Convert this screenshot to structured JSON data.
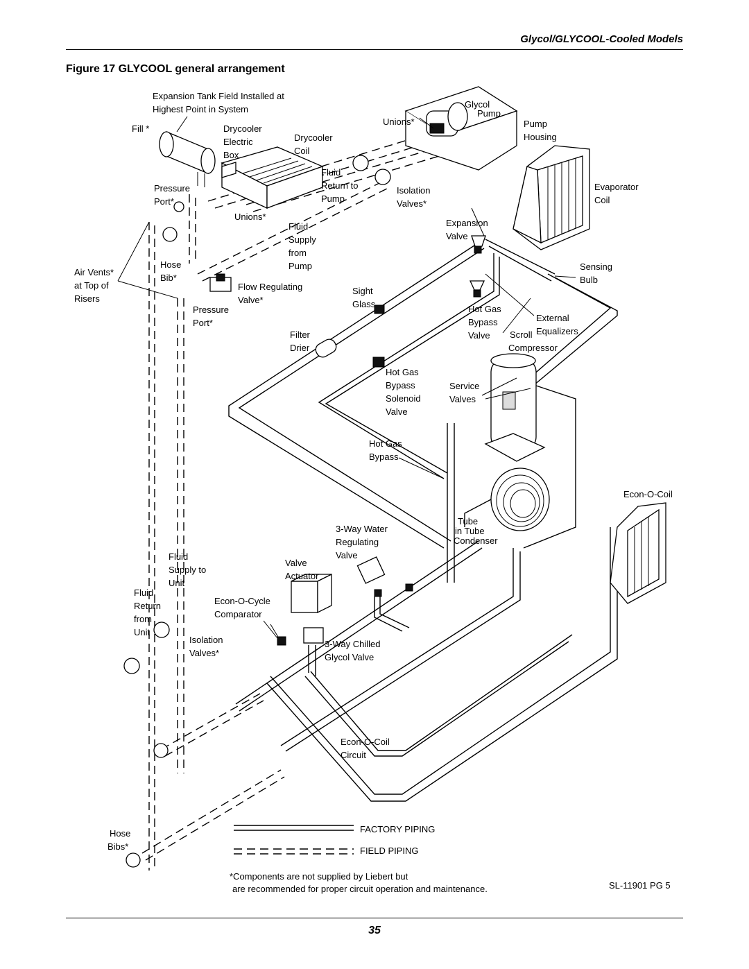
{
  "header": {
    "section": "Glycol/GLYCOOL-Cooled Models",
    "figure_title": "Figure 17  GLYCOOL general arrangement",
    "page_number": "35"
  },
  "labels": {
    "expansion_tank_1": "Expansion Tank Field Installed at",
    "expansion_tank_2": "Highest Point in System",
    "fill": "Fill *",
    "drycooler_box_1": "Drycooler",
    "drycooler_box_2": "Electric",
    "drycooler_box_3": "Box",
    "drycooler_coil_1": "Drycooler",
    "drycooler_coil_2": "Coil",
    "pressure_port_top_1": "Pressure",
    "pressure_port_top_2": "Port*",
    "unions_mid": "Unions*",
    "fluid_return_1": "Fluid",
    "fluid_return_2": "Return to",
    "fluid_return_3": "Pump",
    "fluid_supply_1": "Fluid",
    "fluid_supply_2": "Supply",
    "fluid_supply_3": "from",
    "fluid_supply_4": "Pump",
    "unions_top": "Unions*",
    "glycol_pump_1": "Glycol",
    "glycol_pump_2": "Pump",
    "pump_housing_1": "Pump",
    "pump_housing_2": "Housing",
    "isolation_top_1": "Isolation",
    "isolation_top_2": "Valves*",
    "evaporator_1": "Evaporator",
    "evaporator_2": "Coil",
    "expansion_valve_1": "Expansion",
    "expansion_valve_2": "Valve",
    "air_vents_1": "Air Vents*",
    "air_vents_2": "at Top of",
    "air_vents_3": "Risers",
    "hose_bib_1": "Hose",
    "hose_bib_2": "Bib*",
    "flow_reg_1": "Flow Regulating",
    "flow_reg_2": "Valve*",
    "pressure_port_mid_1": "Pressure",
    "pressure_port_mid_2": "Port*",
    "sight_glass_1": "Sight",
    "sight_glass_2": "Glass",
    "sensing_bulb_1": "Sensing",
    "sensing_bulb_2": "Bulb",
    "hot_gas_bypass_valve_1": "Hot Gas",
    "hot_gas_bypass_valve_2": "Bypass",
    "hot_gas_bypass_valve_3": "Valve",
    "external_eq_1": "External",
    "external_eq_2": "Equalizers",
    "scroll_comp_1": "Scroll",
    "scroll_comp_2": "Compressor",
    "filter_drier_1": "Filter",
    "filter_drier_2": "Drier",
    "hgb_solenoid_1": "Hot Gas",
    "hgb_solenoid_2": "Bypass",
    "hgb_solenoid_3": "Solenoid",
    "hgb_solenoid_4": "Valve",
    "service_valves_1": "Service",
    "service_valves_2": "Valves",
    "hot_gas_bypass_1": "Hot Gas",
    "hot_gas_bypass_2": "Bypass",
    "econ_o_coil": "Econ-O-Coil",
    "three_way_water_1": "3-Way Water",
    "three_way_water_2": "Regulating",
    "three_way_water_3": "Valve",
    "tube_in_tube_1": "Tube",
    "tube_in_tube_2": "in Tube",
    "tube_in_tube_3": "Condenser",
    "valve_actuator_1": "Valve",
    "valve_actuator_2": "Actuator",
    "fluid_supply_unit_1": "Fluid",
    "fluid_supply_unit_2": "Supply to",
    "fluid_supply_unit_3": "Unit",
    "fluid_return_unit_1": "Fluid",
    "fluid_return_unit_2": "Return",
    "fluid_return_unit_3": "from",
    "fluid_return_unit_4": "Unit",
    "econ_o_cycle_1": "Econ-O-Cycle",
    "econ_o_cycle_2": "Comparator",
    "isolation_bottom_1": "Isolation",
    "isolation_bottom_2": "Valves*",
    "three_way_chilled_1": "3-Way Chilled",
    "three_way_chilled_2": "Glycol Valve",
    "econ_o_coil_circuit_1": "Econ-O-Coil",
    "econ_o_coil_circuit_2": "Circuit",
    "hose_bibs_1": "Hose",
    "hose_bibs_2": "Bibs*"
  },
  "legend": {
    "factory": "FACTORY PIPING",
    "field": "FIELD PIPING"
  },
  "footnote": {
    "line1": "*Components are not supplied by Liebert but",
    "line2": "are recommended for proper circuit operation and maintenance.",
    "code": "SL-11901 PG 5"
  }
}
